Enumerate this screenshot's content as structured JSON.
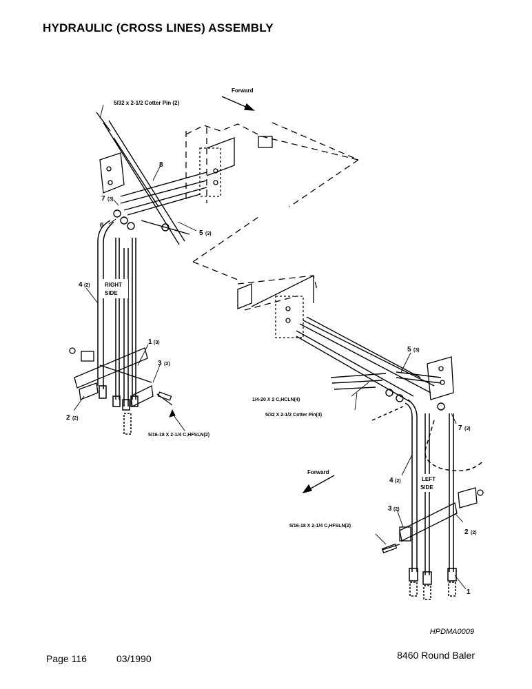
{
  "page": {
    "title": "HYDRAULIC (CROSS LINES) ASSEMBLY",
    "figure_ref": "HPDMA0009",
    "page_number": "Page 116",
    "date": "03/1990",
    "model": "8460 Round Baler"
  },
  "diagram": {
    "forward_label": "Forward",
    "right_side_label": [
      "RIGHT",
      "SIDE"
    ],
    "left_side_label": [
      "LEFT",
      "SIDE"
    ],
    "callouts": {
      "cotter_pin_top": "5/32 x 2-1/2 Cotter Pin (2)",
      "bolt_right_bottom": "5/16-18 X 2-1/4 C,HFSLN(2)",
      "bolt_left_hclm": "1/4-20 X 2 C,HCLN(4)",
      "cotter_pin_left": "5/32 X 2-1/2 Cotter Pin(4)",
      "bolt_left_bottom": "5/16-18 X 2-1/4 C,HFSLN(2)"
    },
    "items": {
      "n8": "8",
      "n7": "7",
      "n7q": "(3)",
      "n6": "6",
      "n5": "5",
      "n5q": "(3)",
      "n4": "4",
      "n4q": "(2)",
      "n1": "1",
      "n1q": "(3)",
      "n3": "3",
      "n3q": "(2)",
      "n2": "2",
      "n2q": "(2)",
      "l5": "5",
      "l5q": "(3)",
      "l7": "7",
      "l7q": "(3)",
      "l4": "4",
      "l4q": "(2)",
      "l3": "3",
      "l3q": "(2)",
      "l2": "2",
      "l2q": "(2)",
      "l1": "1"
    }
  }
}
